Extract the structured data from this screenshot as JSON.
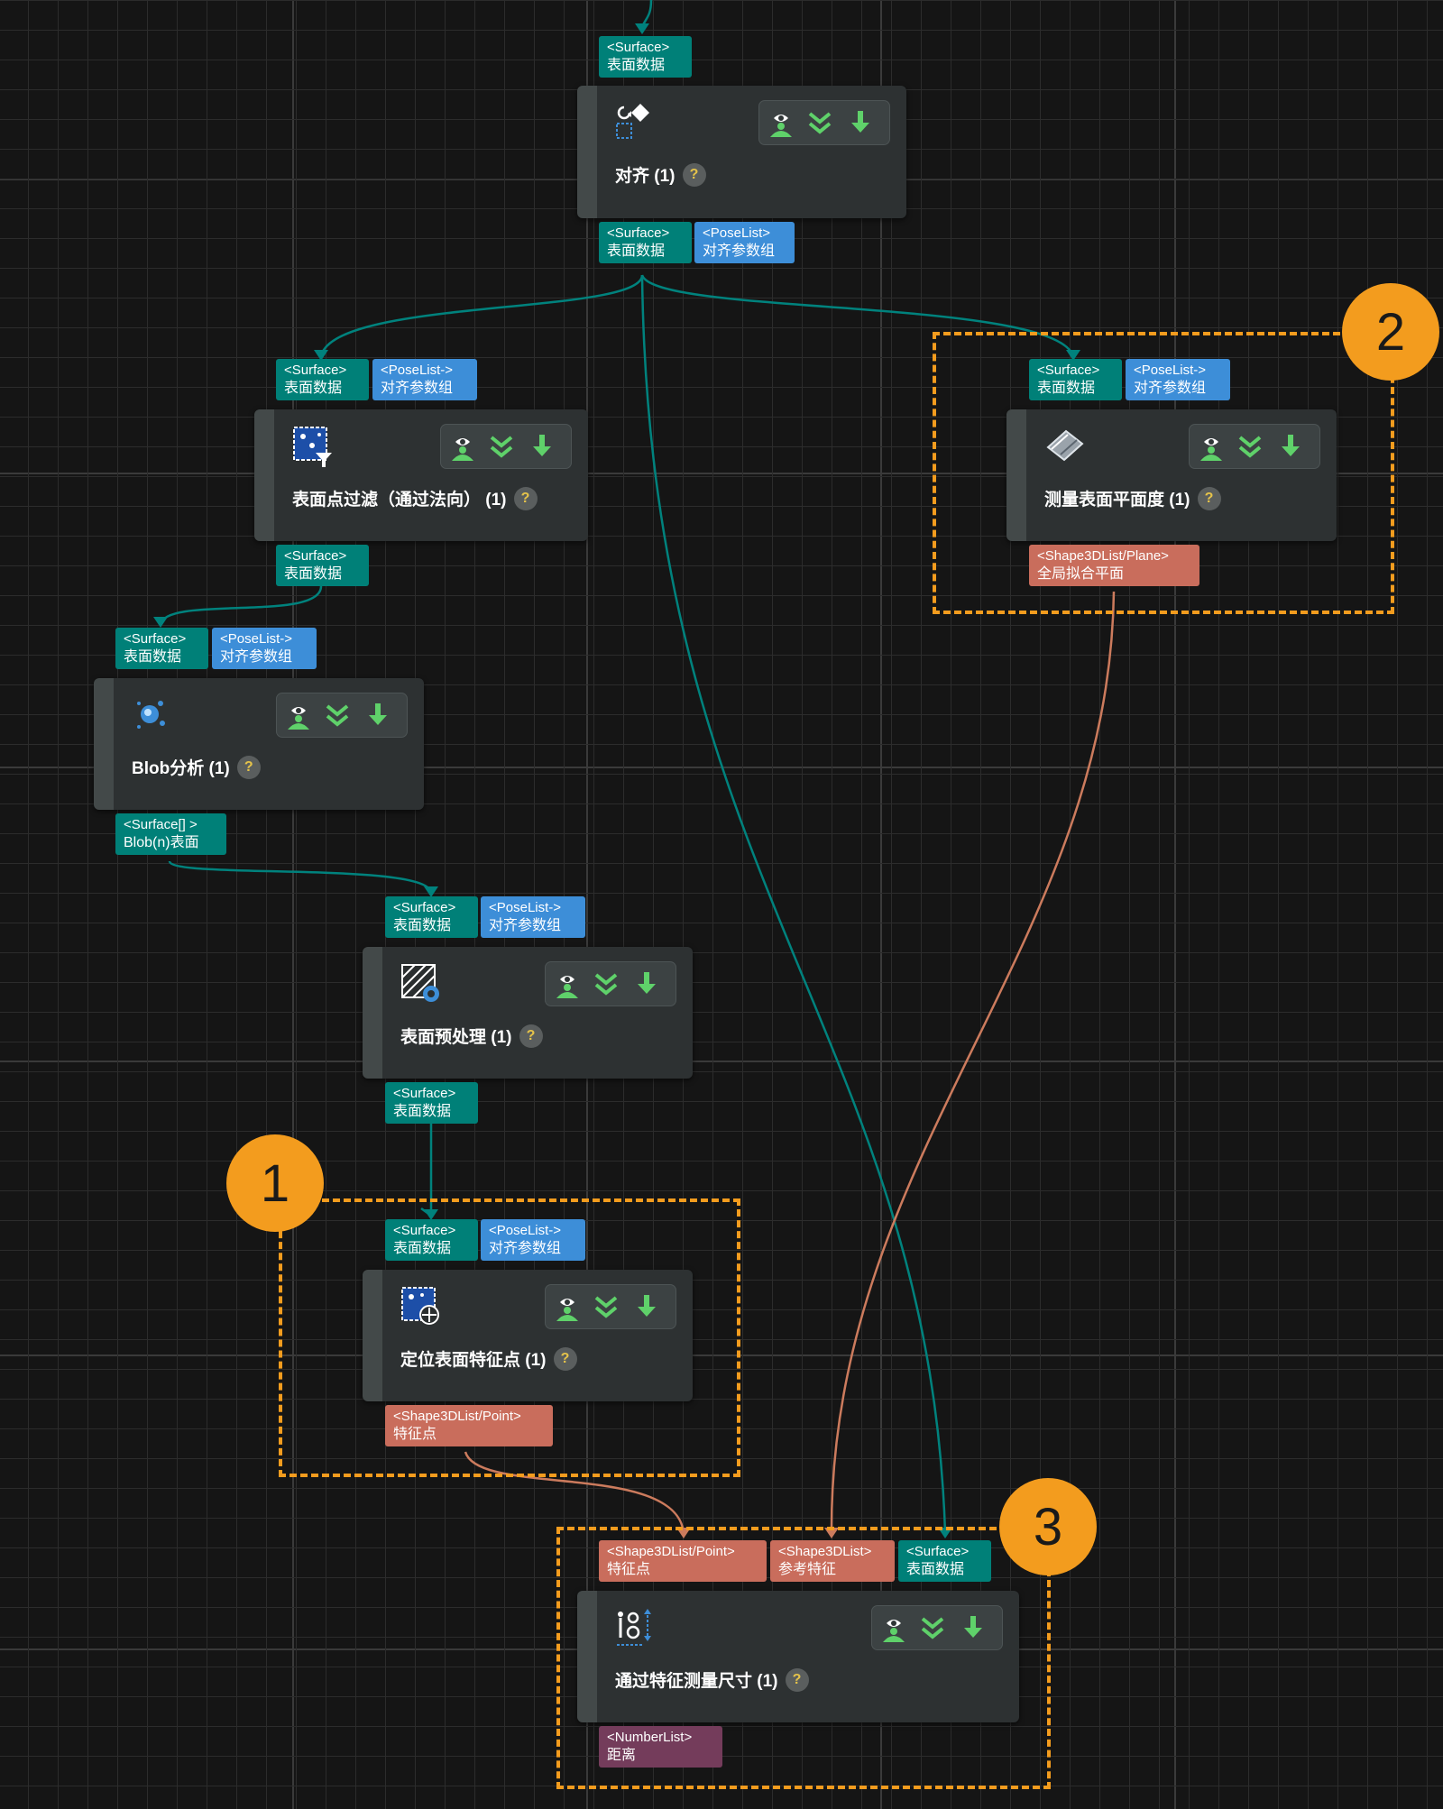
{
  "nodes": {
    "align": {
      "title": "对齐 (1)",
      "icon": "align-icon",
      "inputs": [
        {
          "type": "<Surface>",
          "label": "表面数据"
        }
      ],
      "outputs": [
        {
          "type": "<Surface>",
          "label": "表面数据"
        },
        {
          "type": "<PoseList>",
          "label": "对齐参数组"
        }
      ]
    },
    "normal_filter": {
      "title": "表面点过滤（通过法向） (1)",
      "icon": "point-filter-icon",
      "inputs": [
        {
          "type": "<Surface>",
          "label": "表面数据"
        },
        {
          "type": "<PoseList->",
          "label": "对齐参数组"
        }
      ],
      "outputs": [
        {
          "type": "<Surface>",
          "label": "表面数据"
        }
      ]
    },
    "flatness": {
      "title": "测量表面平面度 (1)",
      "icon": "flatness-icon",
      "inputs": [
        {
          "type": "<Surface>",
          "label": "表面数据"
        },
        {
          "type": "<PoseList->",
          "label": "对齐参数组"
        }
      ],
      "outputs": [
        {
          "type": "<Shape3DList/Plane>",
          "label": "全局拟合平面"
        }
      ]
    },
    "blob": {
      "title": "Blob分析 (1)",
      "icon": "blob-icon",
      "inputs": [
        {
          "type": "<Surface>",
          "label": "表面数据"
        },
        {
          "type": "<PoseList->",
          "label": "对齐参数组"
        }
      ],
      "outputs": [
        {
          "type": "<Surface[] >",
          "label": "Blob(n)表面"
        }
      ]
    },
    "preprocess": {
      "title": "表面预处理 (1)",
      "icon": "surface-preprocess-icon",
      "inputs": [
        {
          "type": "<Surface>",
          "label": "表面数据"
        },
        {
          "type": "<PoseList->",
          "label": "对齐参数组"
        }
      ],
      "outputs": [
        {
          "type": "<Surface>",
          "label": "表面数据"
        }
      ]
    },
    "locate": {
      "title": "定位表面特征点 (1)",
      "icon": "locate-feature-point-icon",
      "inputs": [
        {
          "type": "<Surface>",
          "label": "表面数据"
        },
        {
          "type": "<PoseList->",
          "label": "对齐参数组"
        }
      ],
      "outputs": [
        {
          "type": "<Shape3DList/Point>",
          "label": "特征点"
        }
      ]
    },
    "measure": {
      "title": "通过特征测量尺寸 (1)",
      "icon": "measure-dimension-icon",
      "inputs": [
        {
          "type": "<Shape3DList/Point>",
          "label": "特征点"
        },
        {
          "type": "<Shape3DList>",
          "label": "参考特征"
        },
        {
          "type": "<Surface>",
          "label": "表面数据"
        }
      ],
      "outputs": [
        {
          "type": "<NumberList>",
          "label": "距离"
        }
      ]
    }
  },
  "toolbar_icons": [
    "eye-icon",
    "collapse-icon",
    "download-icon"
  ],
  "help_symbol": "?",
  "badges": [
    "1",
    "2",
    "3"
  ],
  "colors": {
    "surface_port": "#008078",
    "poselist_port": "#3d8ed8",
    "shape_port": "#c96d5c",
    "number_port": "#743c5b",
    "surface_wire": "#00827d",
    "shape_wire": "#cc7b5d",
    "highlight": "#f39c1e"
  }
}
